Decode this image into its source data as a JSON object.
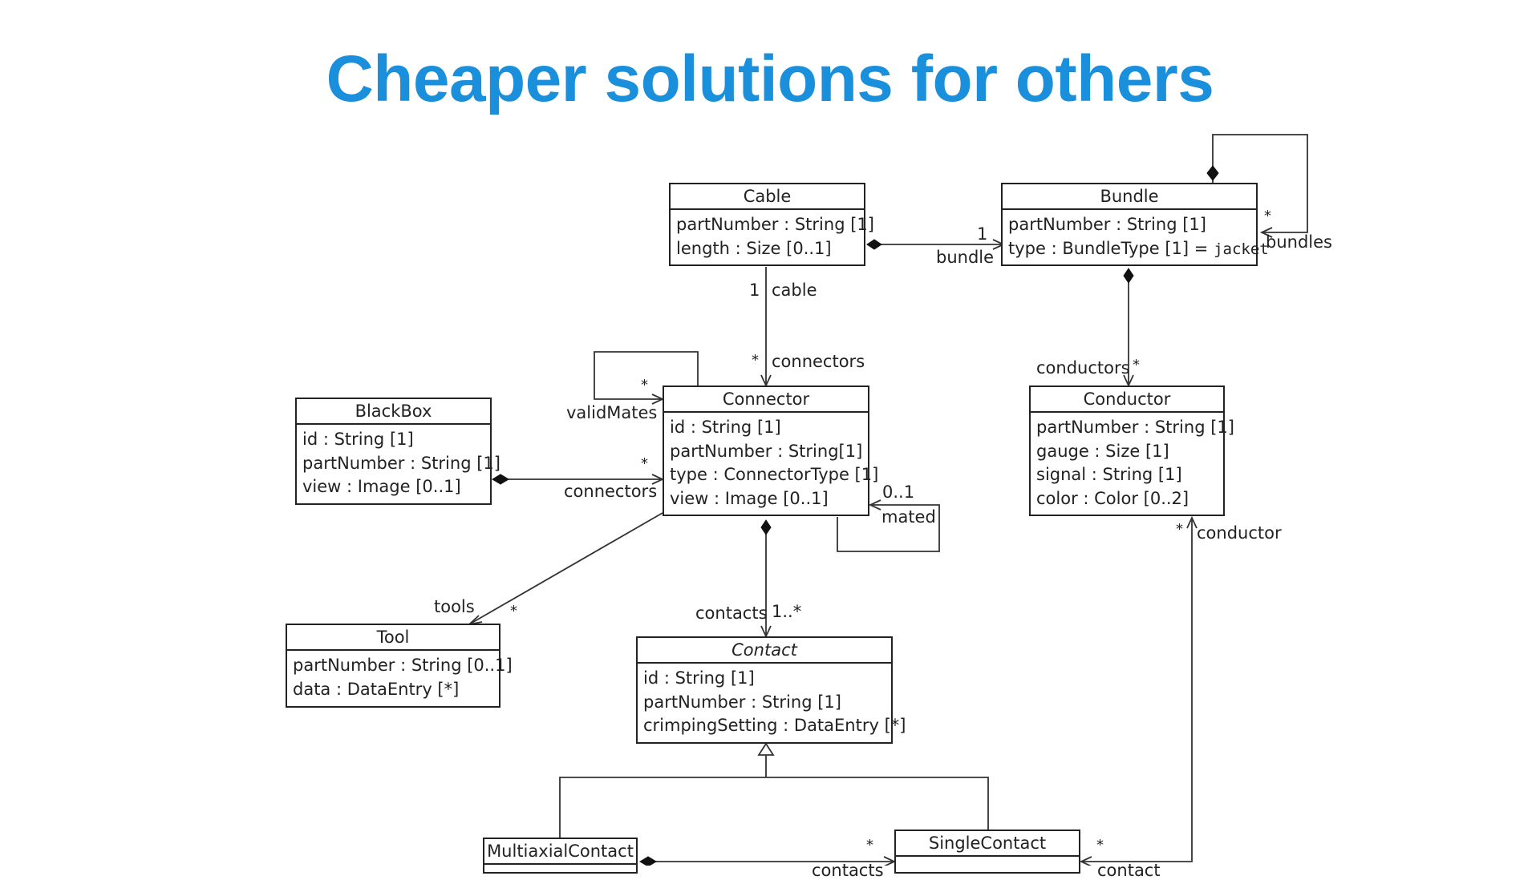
{
  "slide": {
    "title": "Cheaper solutions for others"
  },
  "classes": {
    "cable": {
      "name": "Cable",
      "attrs": [
        "partNumber : String [1]",
        "length : Size [0..1]"
      ]
    },
    "bundle": {
      "name": "Bundle",
      "attrs": [
        "partNumber : String [1]"
      ],
      "type_attr": "type : BundleType [1] = ",
      "type_default": "jacket"
    },
    "connector": {
      "name": "Connector",
      "attrs": [
        "id : String [1]",
        "partNumber : String[1]",
        "type : ConnectorType [1]",
        "view : Image [0..1]"
      ]
    },
    "blackbox": {
      "name": "BlackBox",
      "attrs": [
        "id : String [1]",
        "partNumber : String [1]",
        "view : Image [0..1]"
      ]
    },
    "conductor": {
      "name": "Conductor",
      "attrs": [
        "partNumber : String [1]",
        "gauge : Size [1]",
        "signal : String [1]",
        "color : Color [0..2]"
      ]
    },
    "tool": {
      "name": "Tool",
      "attrs": [
        "partNumber : String [0..1]",
        "data : DataEntry [*]"
      ]
    },
    "contact": {
      "name": "Contact",
      "attrs": [
        "id : String [1]",
        "partNumber : String [1]",
        "crimpingSetting : DataEntry [*]"
      ]
    },
    "multiaxial": {
      "name": "MultiaxialContact"
    },
    "single": {
      "name": "SingleContact"
    }
  },
  "labels": {
    "cable_bundle_mult": "1",
    "cable_bundle_role": "bundle",
    "bundles_mult": "*",
    "bundles_role": "bundles",
    "cable_end_mult": "1",
    "cable_end_role": "cable",
    "connectors_mult": "*",
    "connectors_role": "connectors",
    "conductors_role": "conductors",
    "conductors_mult": "*",
    "validmates_mult": "*",
    "validmates_role": "validMates",
    "bb_connectors_mult": "*",
    "bb_connectors_role": "connectors",
    "mated_mult": "0..1",
    "mated_role": "mated",
    "conductor_mult": "*",
    "conductor_role": "conductor",
    "tools_role": "tools",
    "tools_mult": "*",
    "contacts_role": "contacts",
    "contacts_mult": "1..*",
    "multi_contacts_mult": "*",
    "multi_contacts_role": "contacts",
    "single_contact_mult": "*",
    "single_contact_role": "contact"
  }
}
